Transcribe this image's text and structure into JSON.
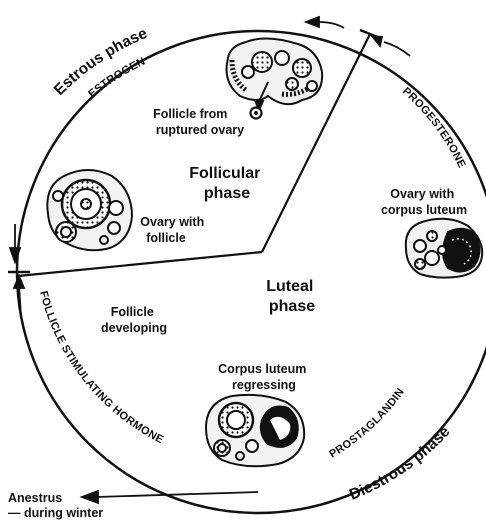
{
  "phases": {
    "estrous": "Estrous phase",
    "diestrous": "Diestrous phase",
    "follicular": [
      "Follicular",
      "phase"
    ],
    "luteal": [
      "Luteal",
      "phase"
    ]
  },
  "hormones": {
    "estrogen": "ESTROGEN",
    "progesterone": "PROGESTERONE",
    "prostaglandin": "PROSTAGLANDIN",
    "fsh": "FOLLICLE STIMULATING HORMONE"
  },
  "captions": {
    "follicle_from_ovary": [
      "Follicle from",
      "ruptured ovary"
    ],
    "ovary_with_follicle": [
      "Ovary with",
      "follicle"
    ],
    "ovary_with_corpus_luteum": [
      "Ovary with",
      "corpus luteum"
    ],
    "follicle_developing": [
      "Follicle",
      "developing"
    ],
    "corpus_luteum_regressing": [
      "Corpus luteum",
      "regressing"
    ],
    "anestrus": [
      "Anestrus",
      "— during winter"
    ]
  },
  "colors": {
    "ink": "#111111",
    "paper": "#ffffff",
    "fill_light": "#f2f2f2"
  }
}
